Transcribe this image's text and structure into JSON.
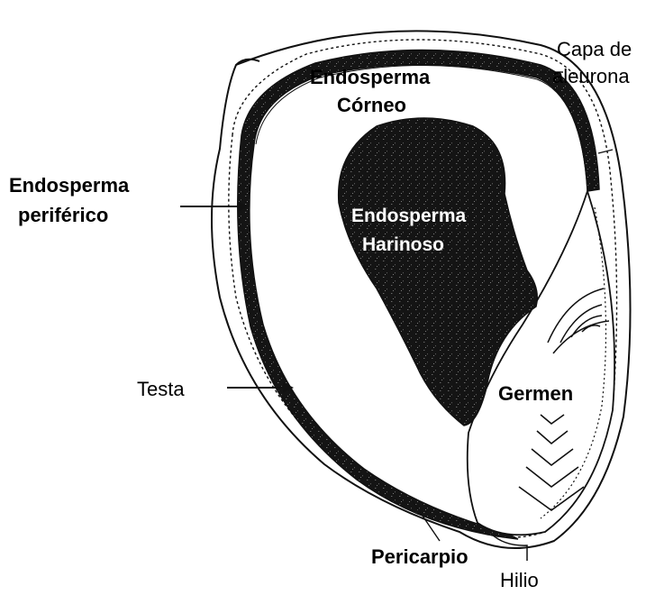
{
  "colors": {
    "ink": "#111111",
    "endosperm_dark": "#141414",
    "background": "#ffffff"
  },
  "labels": {
    "capa_de": "Capa de",
    "aleurona": "aleurona",
    "endosperma_corneo_1": "Endosperma",
    "endosperma_corneo_2": "Córneo",
    "endosperma_periferico_1": "Endosperma",
    "endosperma_periferico_2": "periférico",
    "endosperma_harinoso_1": "Endosperma",
    "endosperma_harinoso_2": "Harinoso",
    "germen": "Germen",
    "testa": "Testa",
    "pericarpio": "Pericarpio",
    "hilio": "Hilio"
  }
}
